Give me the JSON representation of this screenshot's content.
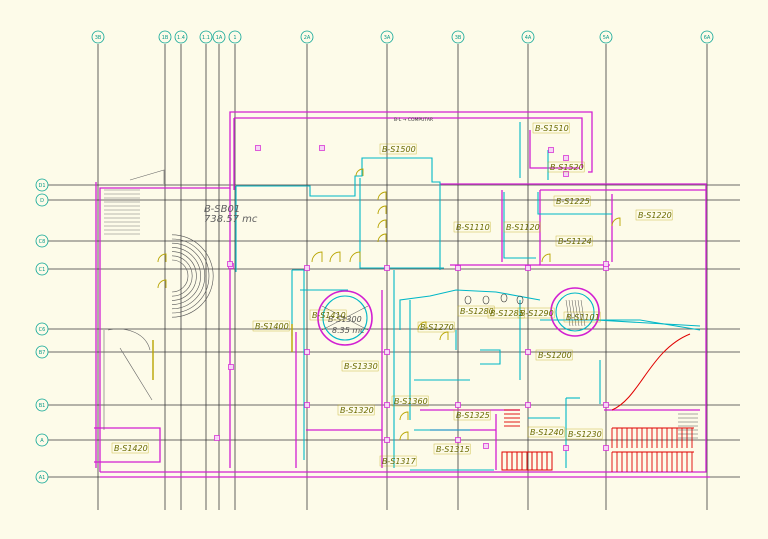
{
  "colors": {
    "background": "#fdfbe9",
    "grid": "#3a3a3a",
    "bubble": "#0aa595",
    "wall_magenta": "#d21fd2",
    "wall_cyan": "#00b7c7",
    "label_text": "#707000",
    "door_gold": "#b8a400",
    "stair_red": "#e00000"
  },
  "grid": {
    "columns": [
      "3B",
      "1B",
      "1.4",
      "1.1",
      "1A",
      "1",
      "2A",
      "3A",
      "3B",
      "4A",
      "5A",
      "6A"
    ],
    "rows": [
      "D1",
      "D",
      "C8",
      "C1",
      "C6",
      "B7",
      "B1",
      "A",
      "A1"
    ]
  },
  "main_space": {
    "code": "B-SB01",
    "area": "738.57 mc"
  },
  "circle_room": {
    "code": "B-S1300",
    "area": "8.35 mc"
  },
  "rooms": [
    "B-S1510",
    "B-S1520",
    "B-S1500",
    "B-S1225",
    "B-S1220",
    "B-S1110",
    "B-S1120",
    "B-S1124",
    "B-S1400",
    "B-S1410",
    "B-S1270",
    "B-S1280",
    "B-S1285",
    "B-S1290",
    "B-S1101",
    "B-S1200",
    "B-S1330",
    "B-S1320",
    "B-S1360",
    "B-S1325",
    "B-S1240",
    "B-S1230",
    "B-S1420",
    "B-S1317",
    "B-S1315"
  ],
  "annotations": {
    "equipment_note": "B-L → COMPUTAR"
  }
}
